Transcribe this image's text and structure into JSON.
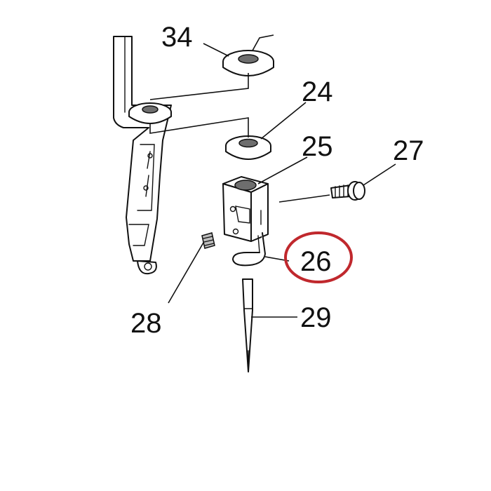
{
  "callouts": {
    "c34": "34",
    "c24": "24",
    "c25": "25",
    "c26": "26",
    "c27": "27",
    "c28": "28",
    "c29": "29"
  },
  "highlight": {
    "part": "26",
    "color": "#c0282d"
  }
}
